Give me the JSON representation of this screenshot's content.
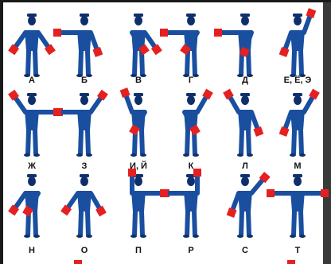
{
  "colors": {
    "body": "#1a4fa0",
    "body_dark": "#0e2f6b",
    "flag": "#e52020",
    "text": "#111111"
  },
  "rows": [
    {
      "letters": [
        "А",
        "Б",
        "В",
        "Г",
        "Д",
        "Е, Ё, Э"
      ]
    },
    {
      "letters": [
        "Ж",
        "З",
        "И, Й",
        "К",
        "Л",
        "М"
      ]
    },
    {
      "letters": [
        "Н",
        "О",
        "П",
        "Р",
        "С",
        "Т"
      ]
    }
  ]
}
